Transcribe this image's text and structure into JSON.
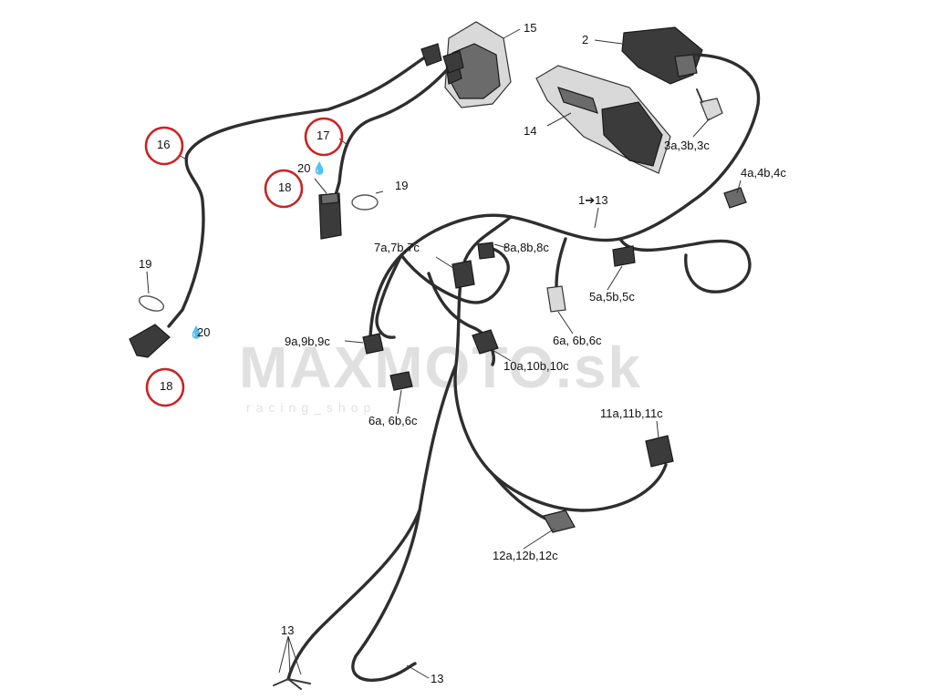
{
  "watermark": {
    "brand": "MAXMOTO.sk",
    "tagline": "racing_shop"
  },
  "highlight_color": "#cc2222",
  "labels": {
    "p15": "15",
    "p2": "2",
    "p14": "14",
    "p3": "3a,3b,3c",
    "p4": "4a,4b,4c",
    "p16": "16",
    "p17": "17",
    "p20_top": "20",
    "p18_top": "18",
    "p19_top": "19",
    "p1_13": "1➔13",
    "p7": "7a,7b,7c",
    "p8": "8a,8b,8c",
    "p5": "5a,5b,5c",
    "p6_mid": "6a, 6b,6c",
    "p19_left": "19",
    "p20_left": "20",
    "p9": "9a,9b,9c",
    "p10": "10a,10b,10c",
    "p18_bottom": "18",
    "p6_low": "6a, 6b,6c",
    "p11": "11a,11b,11c",
    "p12": "12a,12b,12c",
    "p13_left": "13",
    "p13_right": "13"
  }
}
